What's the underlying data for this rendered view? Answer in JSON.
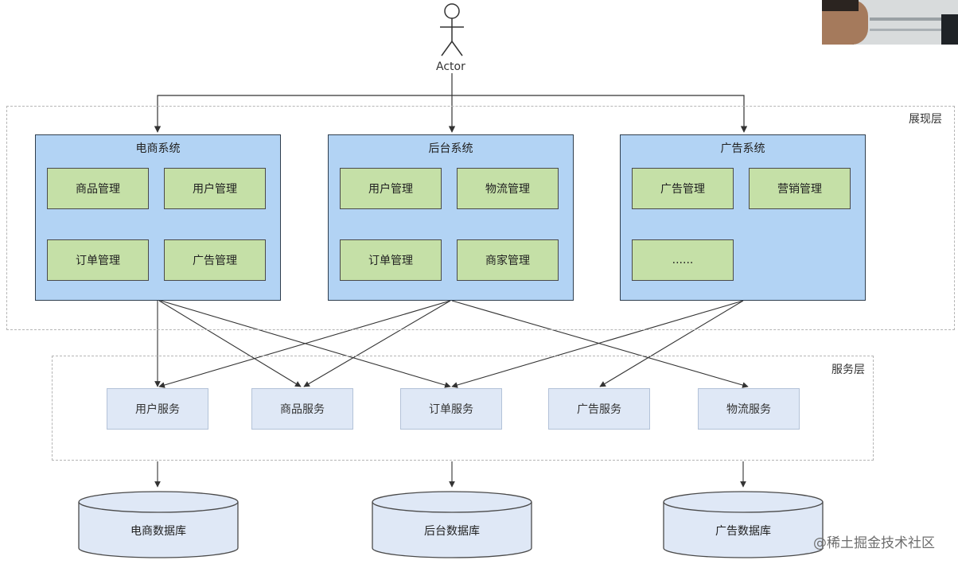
{
  "actor": {
    "label": "Actor"
  },
  "layers": {
    "presentation": "展现层",
    "service": "服务层"
  },
  "systems": [
    {
      "title": "电商系统",
      "modules": [
        "商品管理",
        "用户管理",
        "订单管理",
        "广告管理"
      ]
    },
    {
      "title": "后台系统",
      "modules": [
        "用户管理",
        "物流管理",
        "订单管理",
        "商家管理"
      ]
    },
    {
      "title": "广告系统",
      "modules": [
        "广告管理",
        "营销管理",
        "......"
      ]
    }
  ],
  "services": [
    "用户服务",
    "商品服务",
    "订单服务",
    "广告服务",
    "物流服务"
  ],
  "databases": [
    "电商数据库",
    "后台数据库",
    "广告数据库"
  ],
  "watermark": "@稀土掘金技术社区",
  "colors": {
    "system_fill": "#b2d3f4",
    "module_fill": "#c5e0a7",
    "service_fill": "#dfe8f6",
    "connector": "#333333"
  }
}
